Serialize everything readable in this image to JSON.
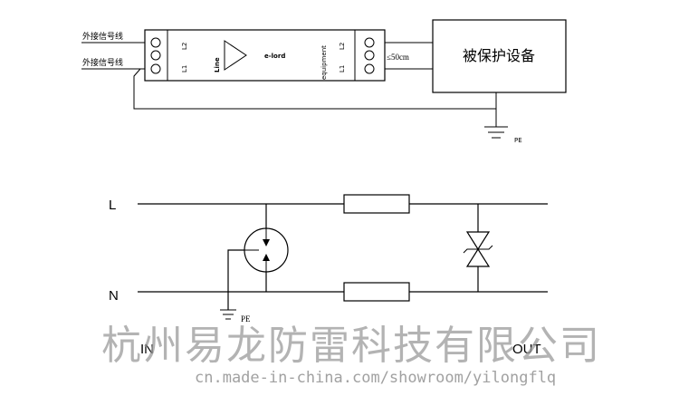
{
  "top": {
    "input_label_1": "外接信号线",
    "input_label_2": "外接信号线",
    "module": {
      "left_terminal_top": "L2",
      "left_terminal_bottom": "L1",
      "line_label": "Line",
      "brand": "e-lord",
      "equipment_label": "equipment",
      "right_terminal_top": "L2",
      "right_terminal_bottom": "L1"
    },
    "distance_note": "≤50cm",
    "protected_device": "被保护设备",
    "ground_label": "PE"
  },
  "bottom": {
    "line_label": "L",
    "neutral_label": "N",
    "ground_label": "PE",
    "in_label": "IN",
    "out_label": "OUT"
  },
  "watermark": {
    "company": "杭州易龙防雷科技有限公司",
    "url": "cn.made-in-china.com/showroom/yilongflq"
  }
}
